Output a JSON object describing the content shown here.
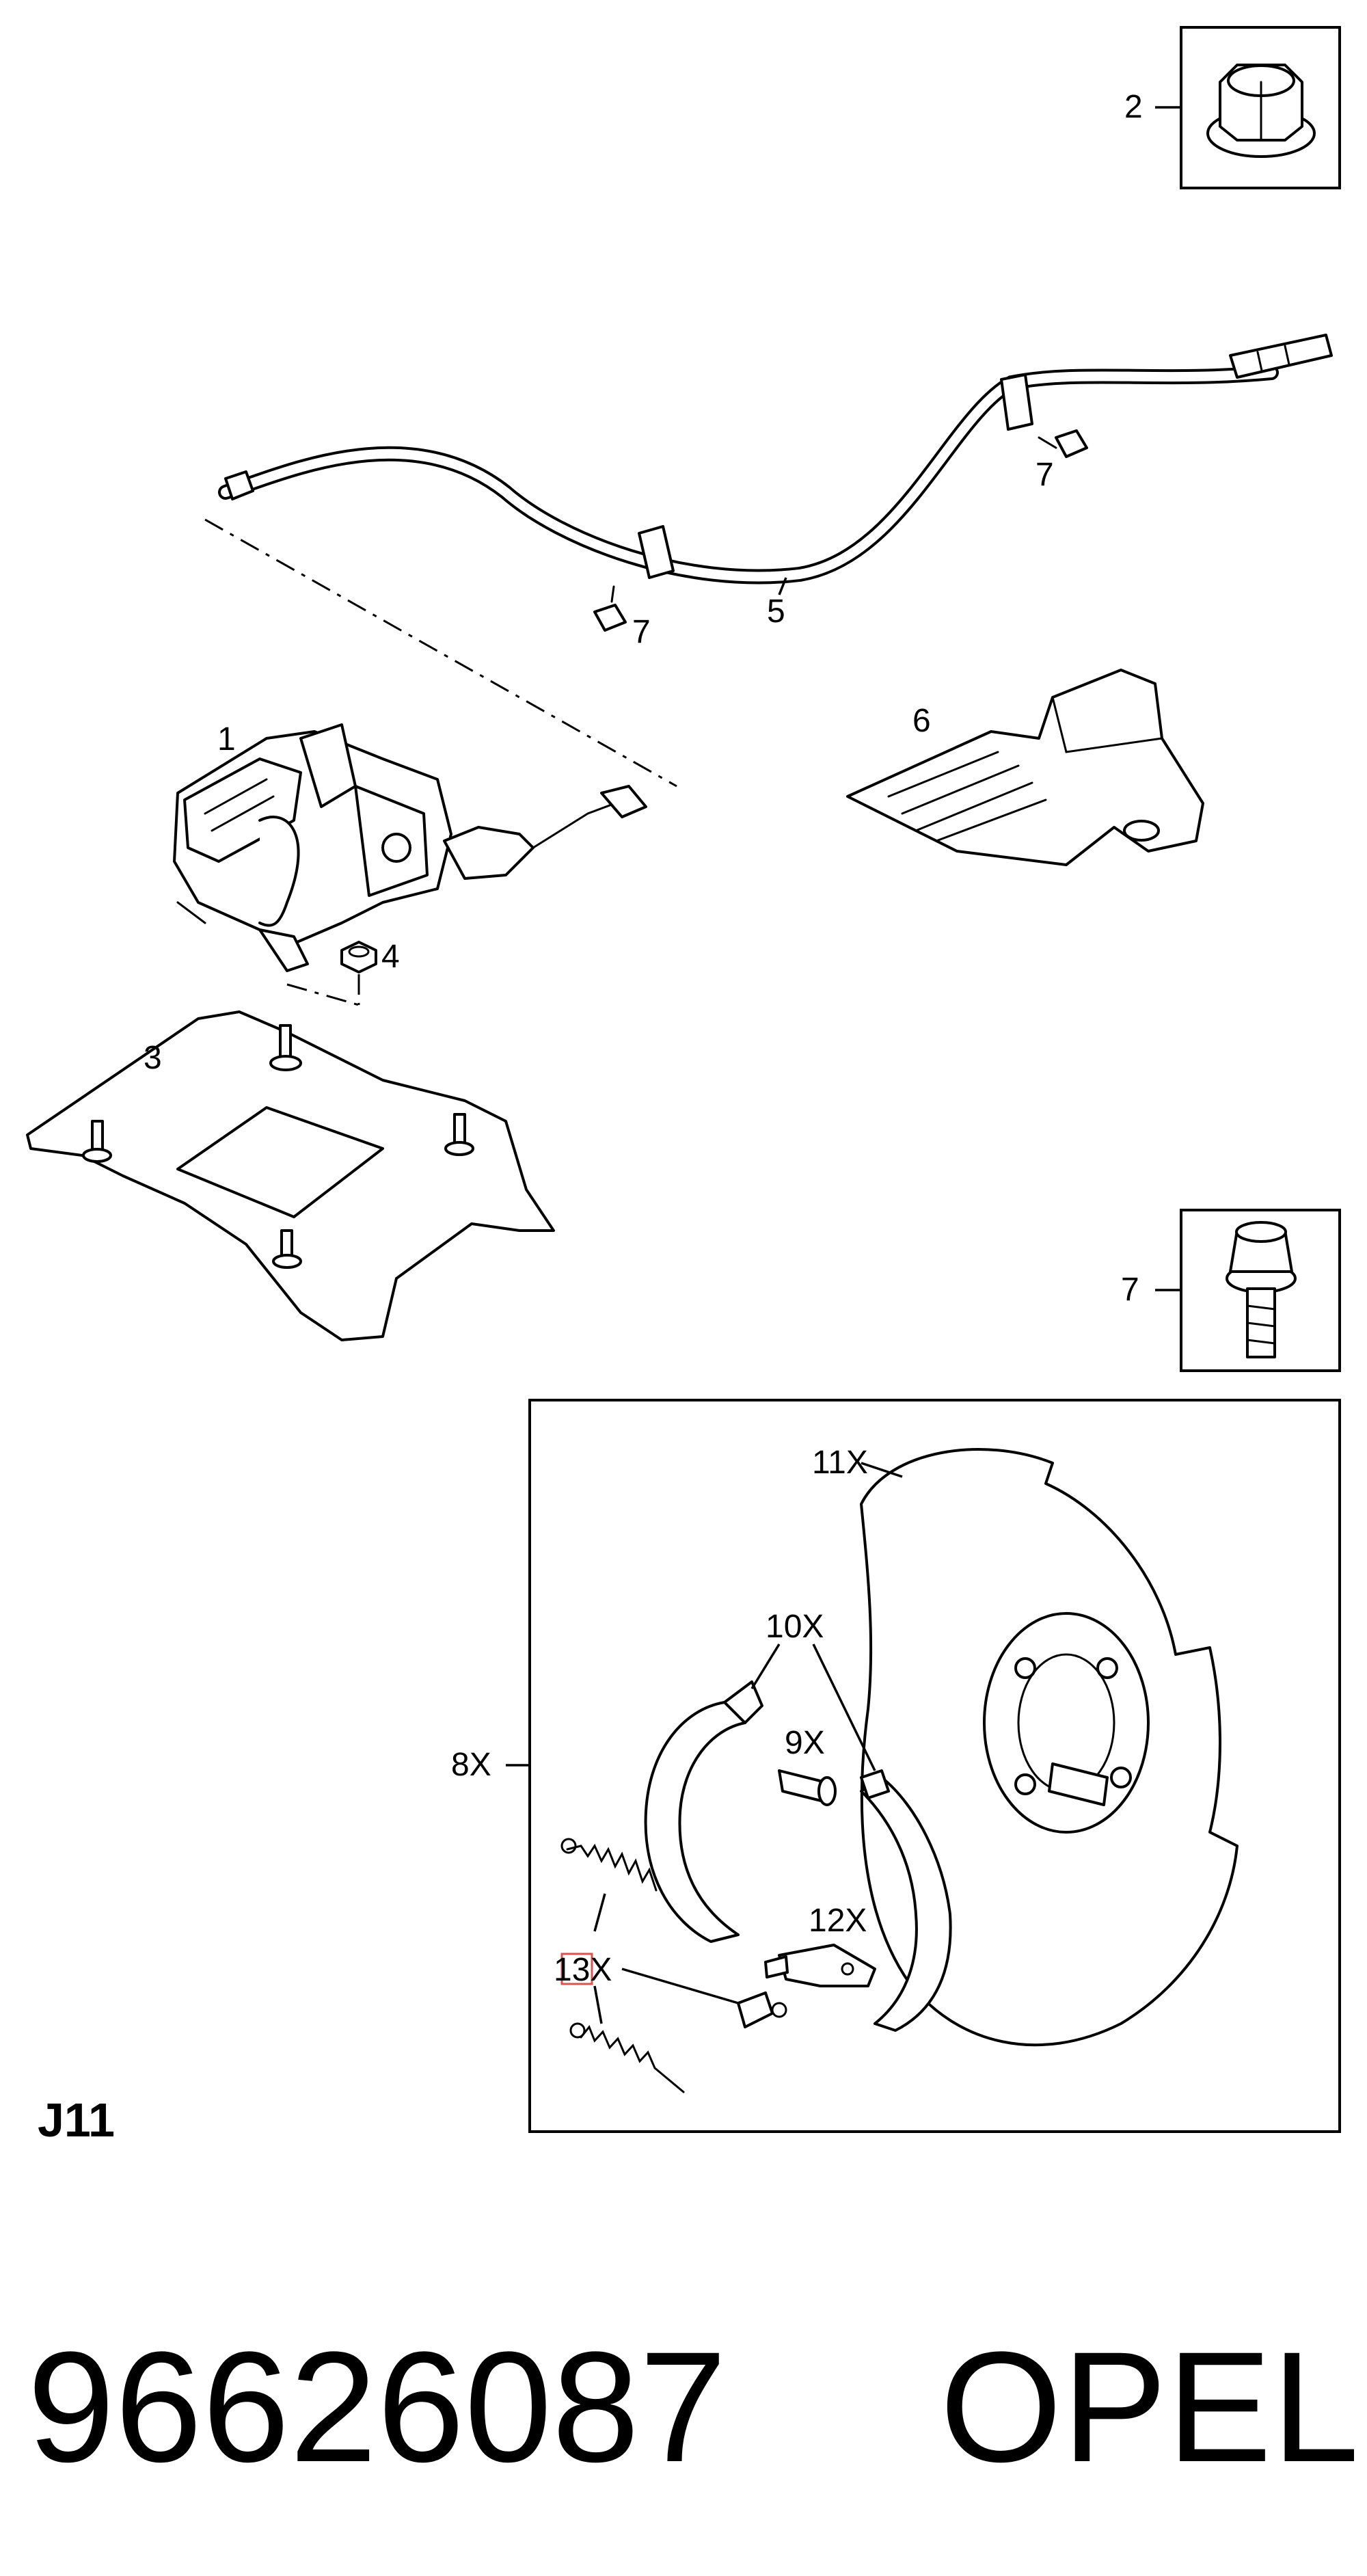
{
  "diagram_code": "J11",
  "part_number": "96626087",
  "brand": "OPEL",
  "highlight_color": "#d9534f",
  "callouts": {
    "c1": "1",
    "c2": "2",
    "c3": "3",
    "c4": "4",
    "c5": "5",
    "c6": "6",
    "c7a": "7",
    "c7b": "7",
    "c7c": "7",
    "c8": "8X",
    "c9": "9X",
    "c10": "10X",
    "c11": "11X",
    "c12": "12X",
    "c13": "13X"
  }
}
